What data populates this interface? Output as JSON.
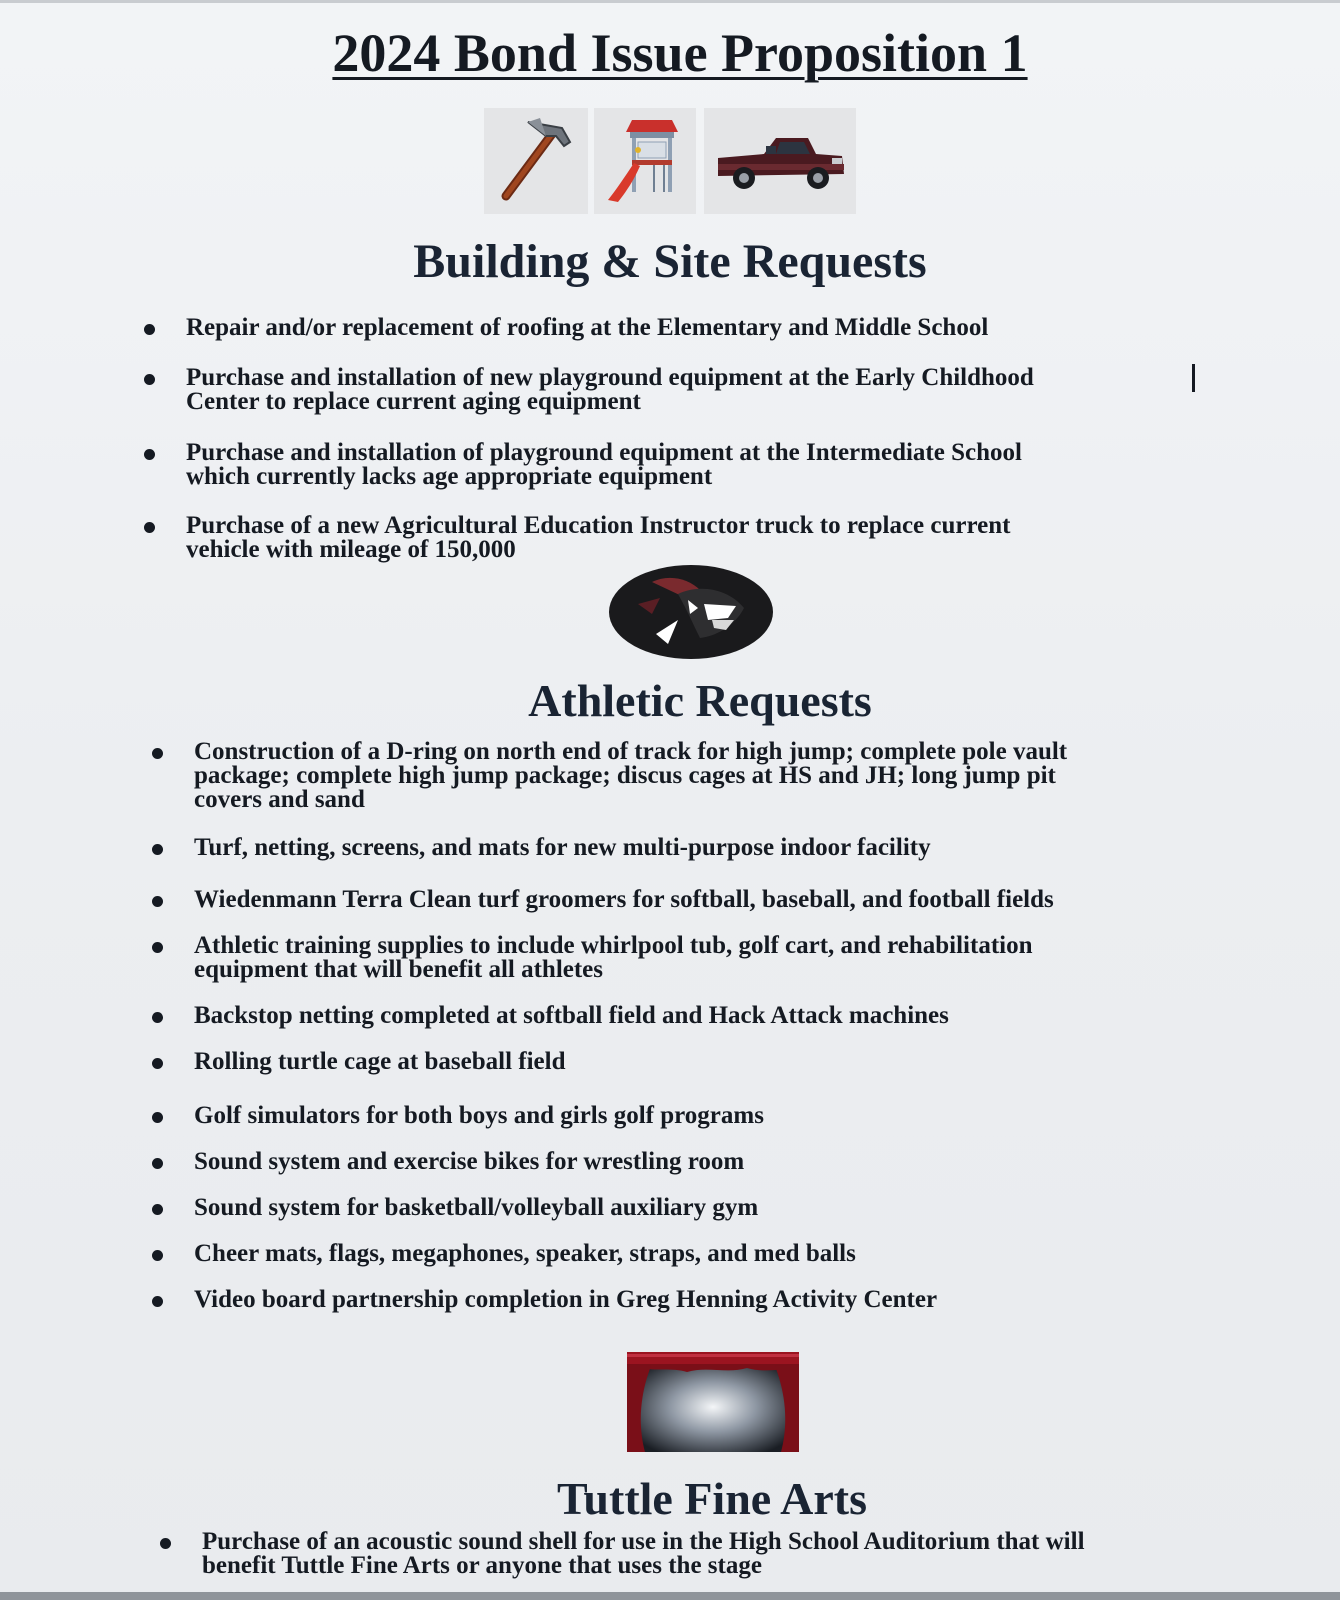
{
  "title": "2024 Bond Issue Proposition 1",
  "icons": [
    "hammer-icon",
    "playground-icon",
    "truck-icon"
  ],
  "sections": {
    "building": {
      "title": "Building & Site Requests",
      "items": [
        [
          "Repair and/or replacement of roofing at the Elementary and Middle School"
        ],
        [
          "Purchase and installation of new playground equipment at the Early Childhood",
          "Center to replace current aging equipment"
        ],
        [
          "Purchase and installation of playground equipment at the Intermediate School",
          "which currently lacks age appropriate equipment"
        ],
        [
          "Purchase of a new Agricultural Education Instructor truck to replace current",
          "vehicle with mileage of 150,000"
        ]
      ]
    },
    "athletic": {
      "title": "Athletic Requests",
      "items": [
        [
          "Construction of a D-ring on north end of track for high jump; complete pole vault",
          "package; complete high jump package; discus cages at HS and JH; long jump pit",
          "covers and sand"
        ],
        [
          "Turf, netting, screens, and mats for new multi-purpose indoor facility"
        ],
        [
          "Wiedenmann Terra Clean turf groomers for softball, baseball, and football fields"
        ],
        [
          "Athletic training supplies to include whirlpool tub, golf cart, and rehabilitation",
          "equipment that will benefit all athletes"
        ],
        [
          "Backstop netting completed at softball field and Hack Attack machines"
        ],
        [
          "Rolling turtle cage at baseball field"
        ],
        [
          "Golf simulators for both boys and girls golf programs"
        ],
        [
          "Sound system and exercise bikes for wrestling room"
        ],
        [
          "Sound system for basketball/volleyball auxiliary gym"
        ],
        [
          "Cheer mats, flags, megaphones, speaker, straps, and med balls"
        ],
        [
          "Video board partnership completion in Greg Henning Activity Center"
        ]
      ]
    },
    "finearts": {
      "title": "Tuttle Fine Arts",
      "items": [
        [
          "Purchase of an acoustic sound shell for use in the High School Auditorium that will",
          "benefit Tuttle Fine Arts or anyone that uses the stage"
        ]
      ]
    }
  },
  "colors": {
    "text": "#151a22",
    "heading": "#1a2433",
    "maroon": "#5c1a22",
    "curtain": "#9b1420"
  }
}
